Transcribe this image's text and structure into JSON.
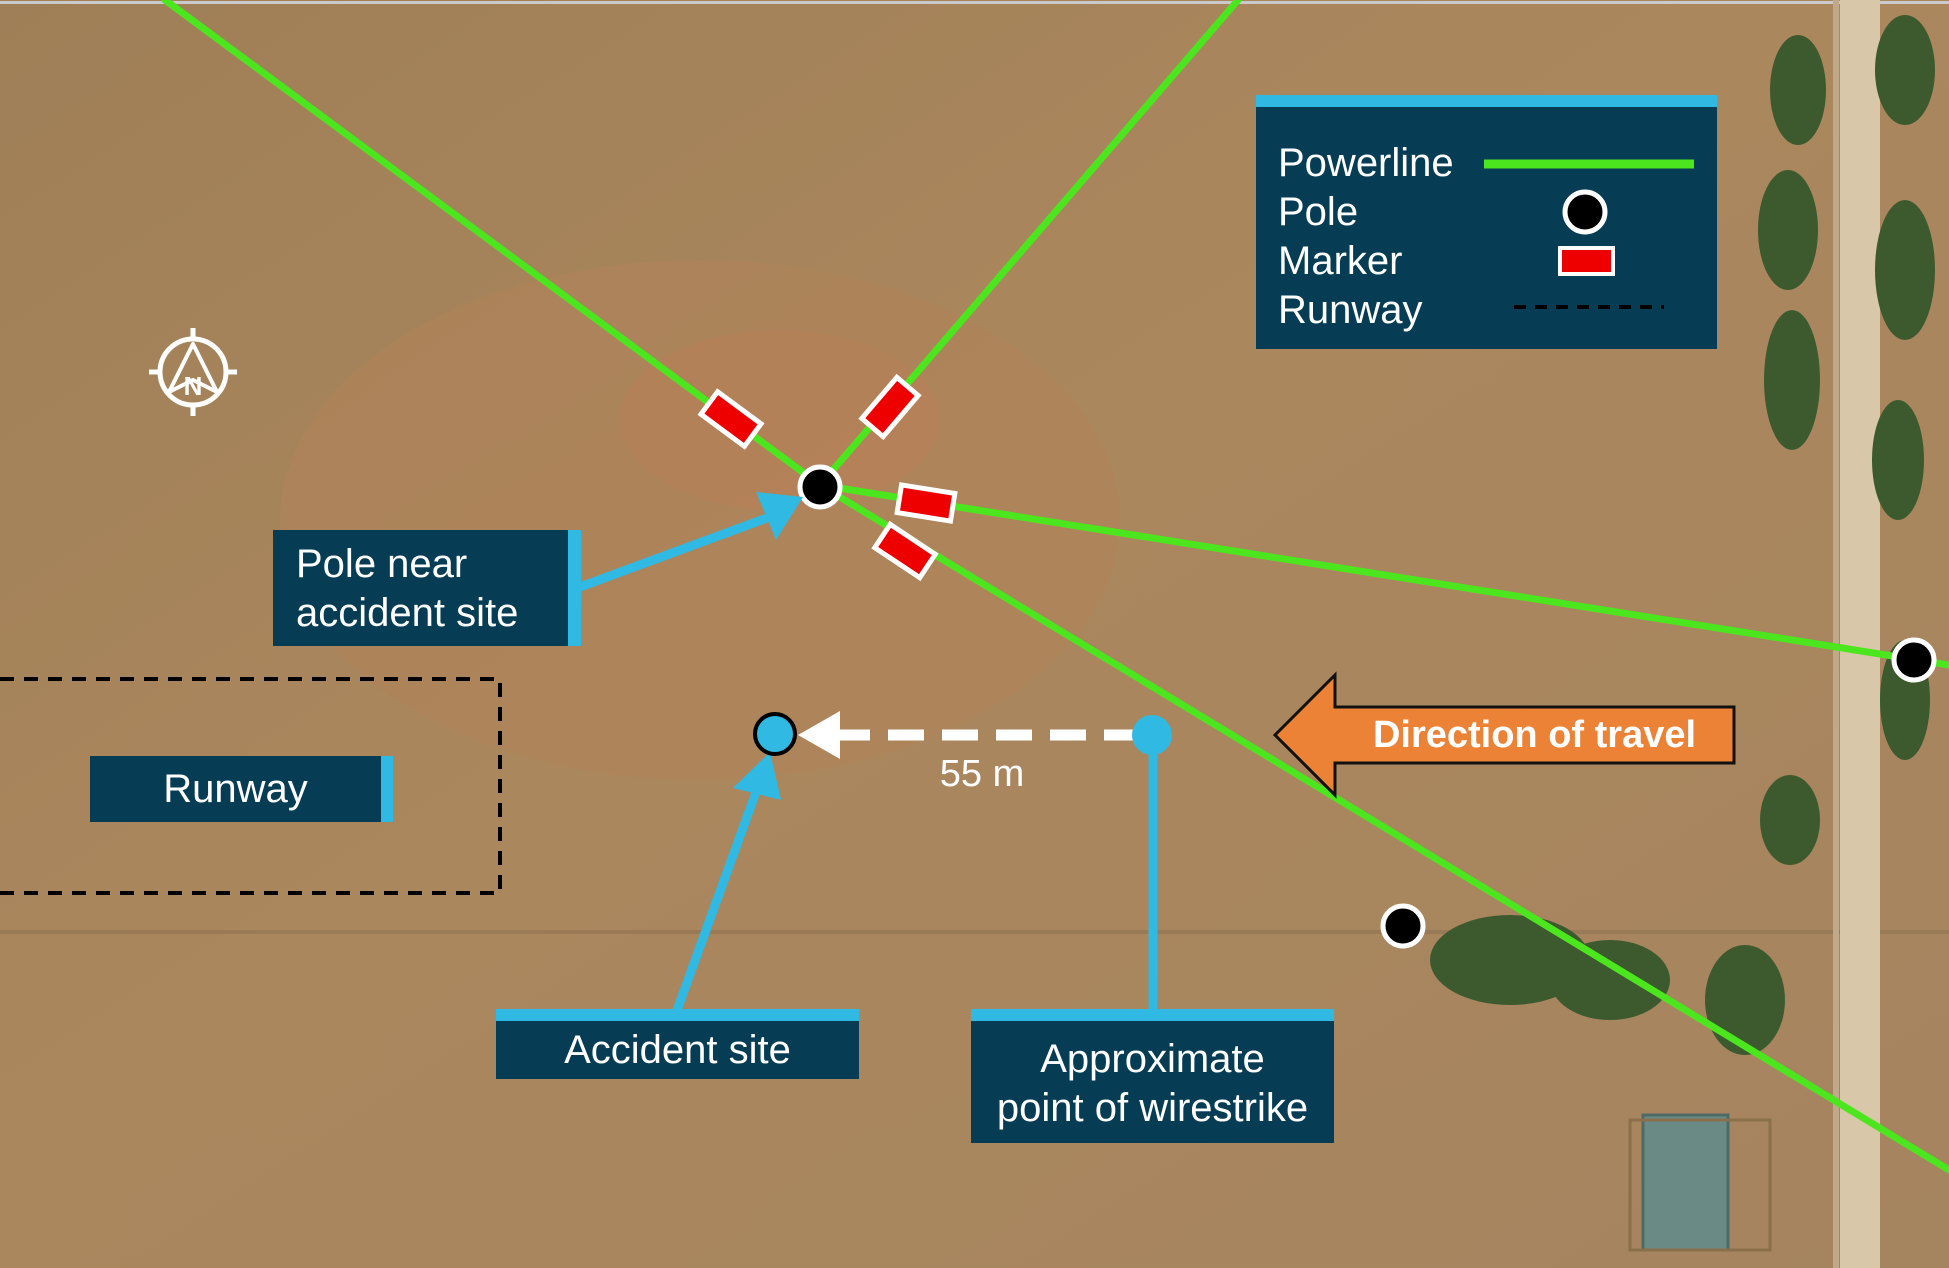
{
  "legend": {
    "items": [
      {
        "label": "Powerline",
        "symbol": "green-line",
        "color": "#4ce61e"
      },
      {
        "label": "Pole",
        "symbol": "black-circle",
        "color": "#000000"
      },
      {
        "label": "Marker",
        "symbol": "red-rectangle",
        "color": "#ee0000"
      },
      {
        "label": "Runway",
        "symbol": "dashed-line",
        "color": "#000000"
      }
    ]
  },
  "labels": {
    "pole_near_accident": [
      "Pole near",
      "accident site"
    ],
    "runway": "Runway",
    "accident_site": "Accident site",
    "wirestrike": [
      "Approximate",
      "point of wirestrike"
    ],
    "direction": "Direction of travel",
    "distance": "55 m"
  },
  "compass": {
    "letter": "N"
  },
  "colors": {
    "powerline": "#4ce61e",
    "callout": "#063c54",
    "callout_accent": "#2fb9e3",
    "arrow_orange": "#ec8236",
    "marker_red": "#ee0000",
    "terrain": "#a7865d"
  }
}
